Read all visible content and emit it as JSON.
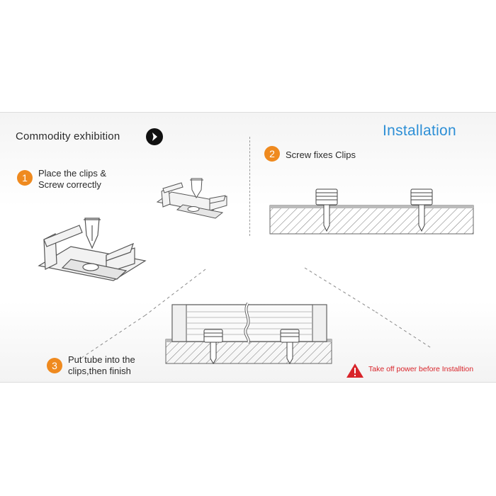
{
  "header": {
    "left_title": "Commodity exhibition",
    "right_title": "Installation"
  },
  "steps": [
    {
      "number": "1",
      "line1": "Place the clips &",
      "line2": "Screw correctly"
    },
    {
      "number": "2",
      "line1": "Screw fixes Clips"
    },
    {
      "number": "3",
      "line1": "Put tube into the",
      "line2": "clips,then finish"
    }
  ],
  "warning": {
    "text": "Take off power before Installtion"
  },
  "colors": {
    "accent_blue": "#2d8fd6",
    "step_orange": "#ef8a1f",
    "warning_red": "#d8242a"
  },
  "icons": [
    "arrow-right-icon",
    "warning-triangle-icon"
  ]
}
